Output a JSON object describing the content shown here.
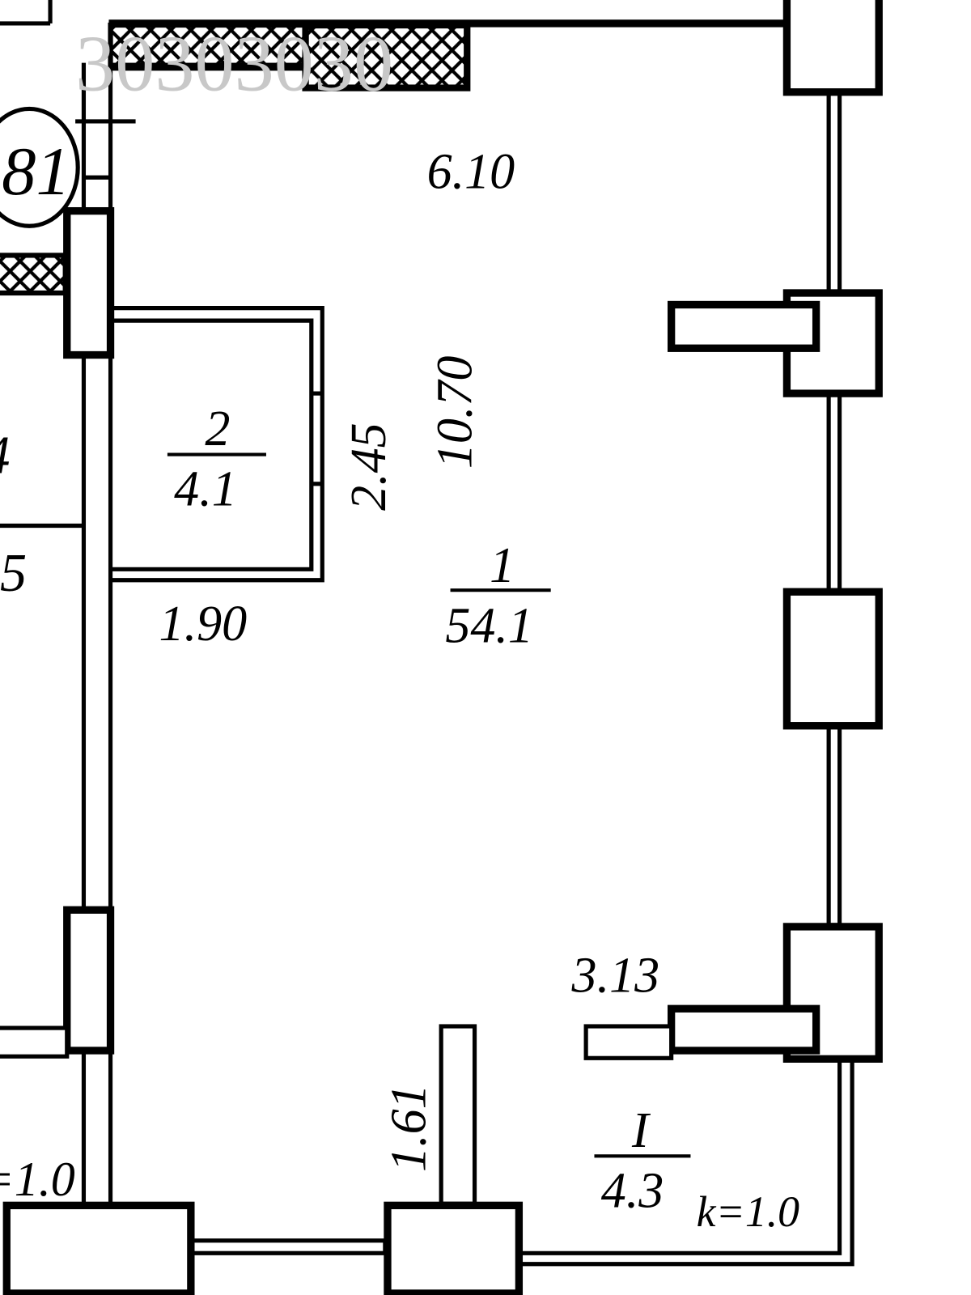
{
  "plan": {
    "apartment_number": "81",
    "watermark": "30303030",
    "dimensions": {
      "top_width": "6.10",
      "length": "10.70",
      "closet_depth": "2.45",
      "closet_width": "1.90",
      "balcony_width": "3.13",
      "balcony_depth": "1.61"
    },
    "rooms": [
      {
        "number": "1",
        "area": "54.1"
      },
      {
        "number": "2",
        "area": "4.1"
      },
      {
        "number": "I",
        "area": "4.3",
        "coefficient": "k=1.0"
      }
    ],
    "neighbor_fragments": {
      "left_room_number": "4",
      "left_room_area_fragment": "5",
      "left_coefficient_fragment": "=1.0"
    }
  }
}
